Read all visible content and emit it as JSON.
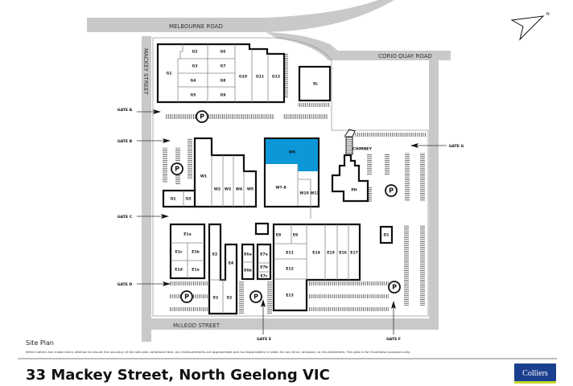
{
  "roads": {
    "melbourne": "MELBOURNE ROAD",
    "mackey": "MACKEY STREET",
    "corio": "CORIO QUAY ROAD",
    "mcleod": "McLEOD STREET"
  },
  "compass": {
    "north": "N"
  },
  "gates": {
    "a": "GATE A",
    "b": "GATE B",
    "c": "GATE C",
    "d": "GATE D",
    "e": "GATE E",
    "f": "GATE F",
    "g": "GATE G"
  },
  "parking": {
    "label": "P"
  },
  "chimney": "CHIMNEY",
  "units": {
    "g1": "G1",
    "g2": "G2",
    "g3": "G3",
    "g4": "G4",
    "g5": "G5",
    "g6": "G6",
    "g7": "G7",
    "g8": "G8",
    "g9": "G9",
    "g10": "G10",
    "g11": "G11",
    "g12": "G12",
    "sl": "SL",
    "w1": "W1",
    "w2": "W2",
    "w3": "W3",
    "w4": "W4",
    "w5": "W5",
    "w6": "W6",
    "w78": "W7-8",
    "w10": "W10",
    "w11": "W11",
    "q1": "Q1",
    "q3": "Q3",
    "ph": "PH",
    "e1a": "E1a",
    "e1b": "E1b",
    "e1c": "E1c",
    "e1d": "E1d",
    "e1e": "E1e",
    "e2": "E2",
    "e4": "E4",
    "e6a": "E6a",
    "e6b": "E6b",
    "e7a": "E7a",
    "e7b": "E7b",
    "e7c": "E7c",
    "e8": "E8",
    "e9": "E9",
    "e11": "E11",
    "e12": "E12",
    "e13": "E13",
    "e14": "E14",
    "e15": "E15",
    "e16": "E16",
    "e17": "E17",
    "d1": "D1"
  },
  "highlighted_unit": "W6",
  "colors": {
    "highlight": "#0b97d8",
    "road": "#c9c9c9",
    "logo": "#1b3f8f"
  },
  "footer": {
    "caption": "Site Plan",
    "disclaimer": "While Colliers has made every attempt to ensure the accuracy of the site plan contained here, any measurements are approximate and no responsibility is taken for any error, omission, or mis-statement. This plan is for illustrative purposes only.",
    "title": "33 Mackey Street, North Geelong VIC",
    "logo": "Colliers"
  }
}
